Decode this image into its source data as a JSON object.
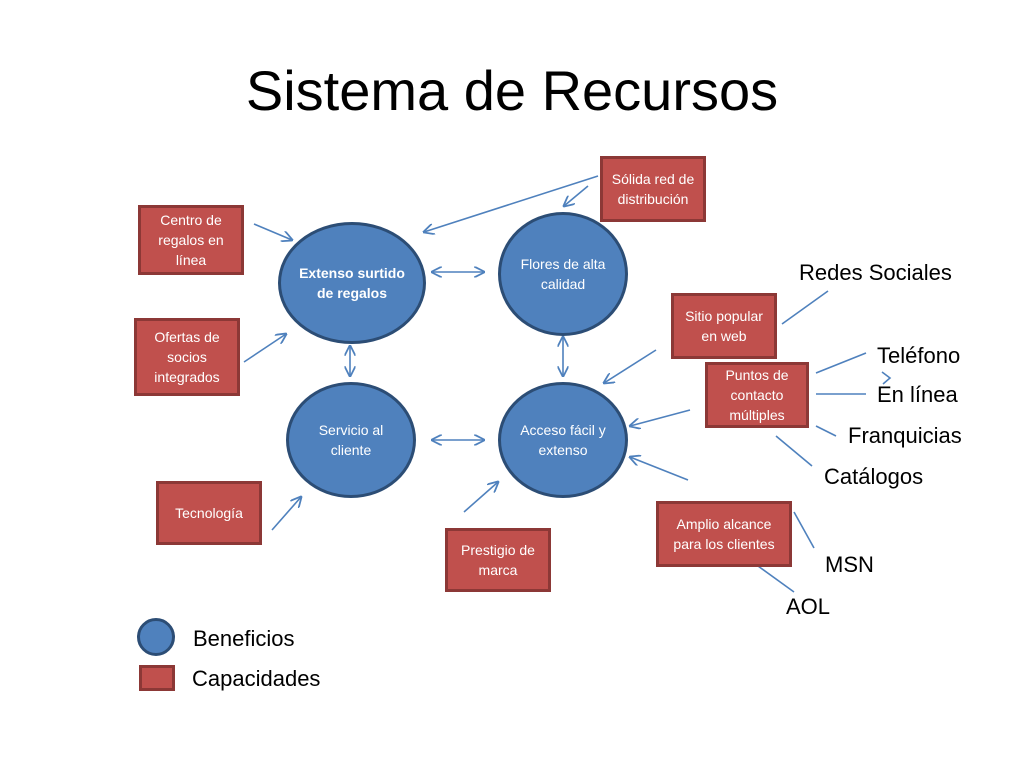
{
  "title": "Sistema de Recursos",
  "benefits": {
    "extenso": "Extenso surtido de regalos",
    "flores": "Flores de alta calidad",
    "servicio": "Servicio al cliente",
    "acceso": "Acceso fácil y extenso"
  },
  "capabilities": {
    "centro": "Centro de regalos en línea",
    "ofertas": "Ofertas de socios integrados",
    "tecnologia": "Tecnología",
    "prestigio": "Prestigio de marca",
    "solida": "Sólida red de distribución",
    "sitio": "Sitio popular en web",
    "puntos": "Puntos de contacto múltiples",
    "amplio": "Amplio alcance para los clientes"
  },
  "labels": {
    "redes": "Redes Sociales",
    "telefono": "Teléfono",
    "enlinea": "En línea",
    "franquicias": "Franquicias",
    "catalogos": "Catálogos",
    "msn": "MSN",
    "aol": "AOL"
  },
  "legend": {
    "benefits": "Beneficios",
    "capabilities": "Capacidades"
  },
  "colors": {
    "benefit_fill": "#4f81bd",
    "benefit_border": "#2c4d75",
    "capability_fill": "#c0504d",
    "capability_border": "#8c3836",
    "connector": "#4f81bd"
  }
}
